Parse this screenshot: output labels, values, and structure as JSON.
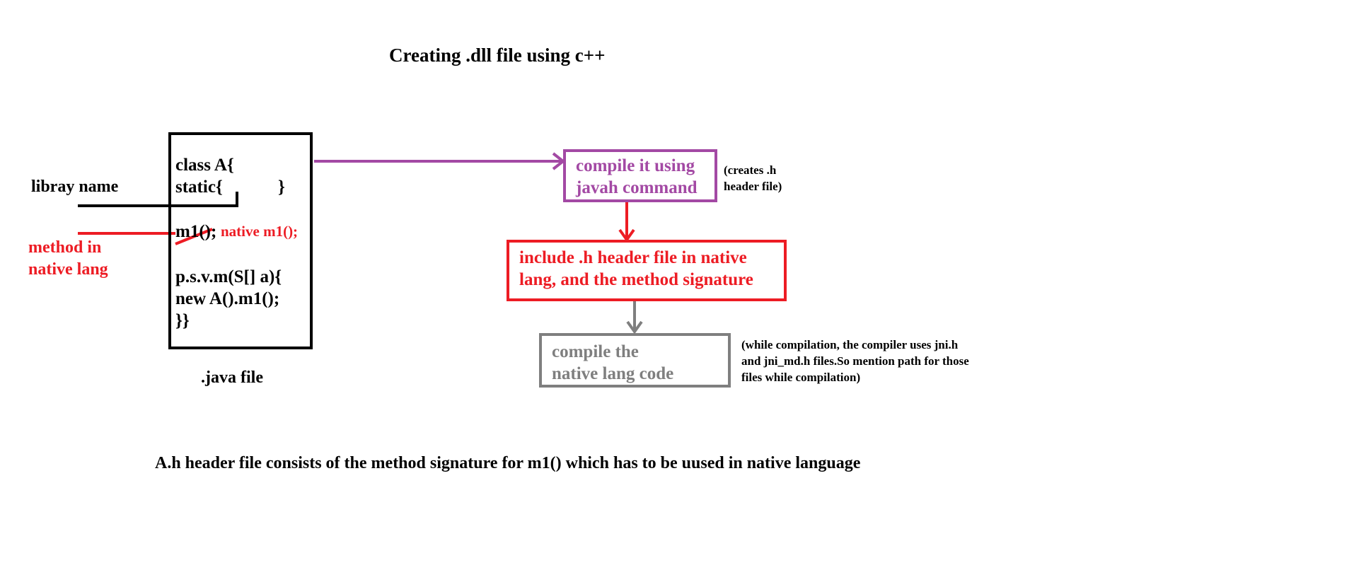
{
  "title": "Creating .dll file using c++",
  "java_file": {
    "code_lines": [
      "class A{",
      "static{",
      "}",
      "m1();",
      "native m1();",
      "p.s.v.m(S[] a){",
      "new A().m1();",
      "}}"
    ],
    "caption": ".java file"
  },
  "labels": {
    "library_name": "libray name",
    "method_native_line1": "method in",
    "method_native_line2": "native lang"
  },
  "steps": [
    {
      "line1": "compile it using",
      "line2": "javah command",
      "color": "#a349a4"
    },
    {
      "line1": "include .h header file in native",
      "line2": "lang, and the method signature",
      "color": "#ed1c24"
    },
    {
      "line1": "compile the",
      "line2": "native lang code",
      "color": "#7f7f7f"
    }
  ],
  "notes": {
    "creates_h": [
      "(creates .h",
      "header file)"
    ],
    "compilation": [
      "(while  compilation, the  compiler uses  jni.h",
      "and jni_md.h files.So mention path for those",
      "files while compilation)"
    ]
  },
  "footer": "A.h header file consists of the method signature for m1() which has to be uused in native language"
}
